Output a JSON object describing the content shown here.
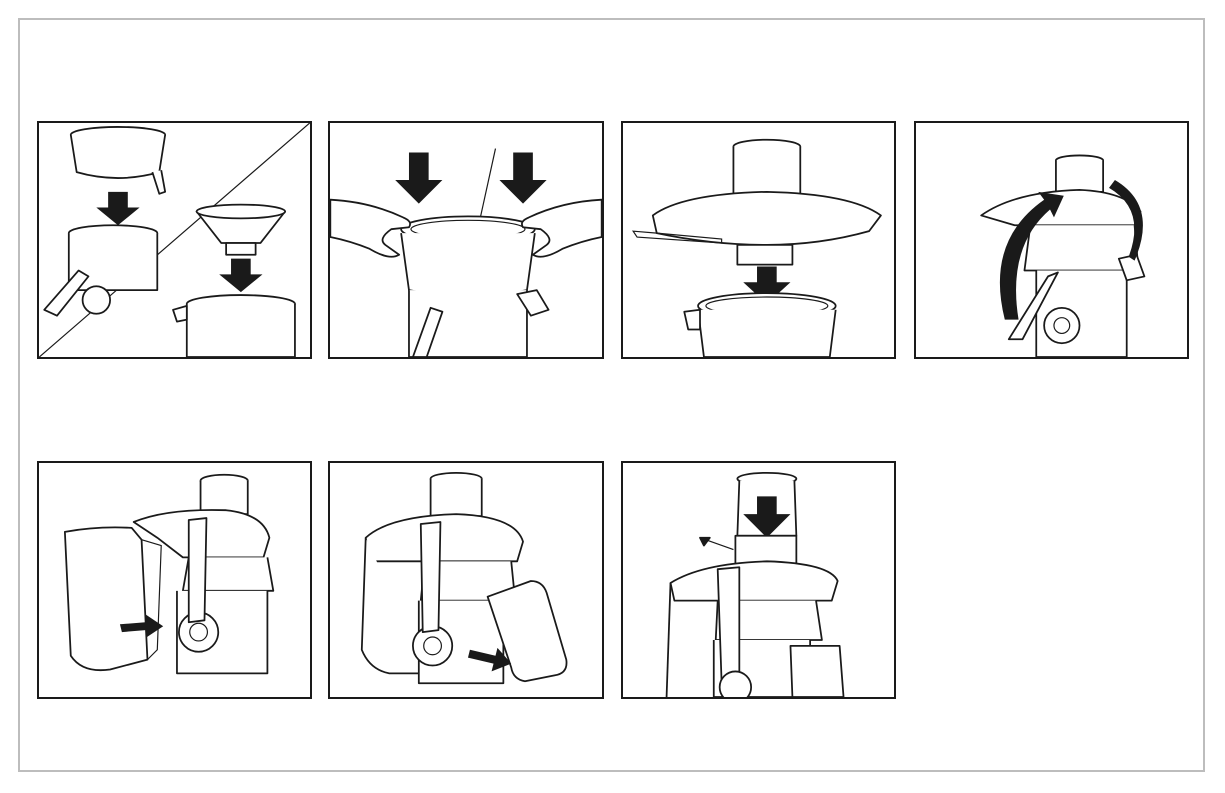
{
  "manual": {
    "panels": [
      {
        "id": "p1",
        "icon": "attach-filter-and-cone-illustration"
      },
      {
        "id": "p2",
        "icon": "press-filter-down-illustration"
      },
      {
        "id": "p3",
        "icon": "place-lid-illustration"
      },
      {
        "id": "p4",
        "icon": "lock-clamp-illustration"
      },
      {
        "id": "p5",
        "icon": "attach-pulp-container-illustration"
      },
      {
        "id": "p6",
        "icon": "attach-juice-jug-illustration"
      },
      {
        "id": "p7",
        "icon": "insert-pusher-illustration"
      }
    ],
    "colors": {
      "line": "#1a1a1a",
      "frame": "#bdbdbd",
      "shade": "#d9d9d9"
    }
  }
}
